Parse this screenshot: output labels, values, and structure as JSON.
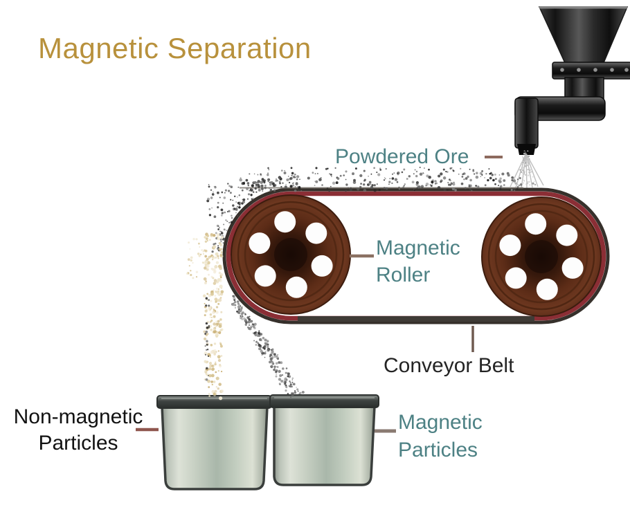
{
  "title": {
    "text": "Magnetic Separation",
    "color": "#b8913c"
  },
  "labels": {
    "powdered_ore": {
      "text": "Powdered Ore",
      "color": "#4d8184"
    },
    "magnetic_roller": {
      "line1": "Magnetic",
      "line2": "Roller",
      "color": "#4d8184"
    },
    "conveyor_belt": {
      "text": "Conveyor Belt",
      "color": "#242424"
    },
    "non_magnetic_particles": {
      "line1": "Non-magnetic",
      "line2": "Particles",
      "color": "#121212"
    },
    "magnetic_particles": {
      "line1": "Magnetic",
      "line2": "Particles",
      "color": "#4d8184"
    }
  },
  "palette": {
    "roller_brown": "#5c2c17",
    "belt_maroon": "#8b2e35",
    "belt_dark": "#36302b",
    "bucket_metal": "#c3cdc2",
    "ore_beige": "#e4d8b6",
    "ore_dark": "#3f3f3f",
    "pointer_line": "#8a6f62",
    "funnel_metal": "#2a2a2a"
  }
}
